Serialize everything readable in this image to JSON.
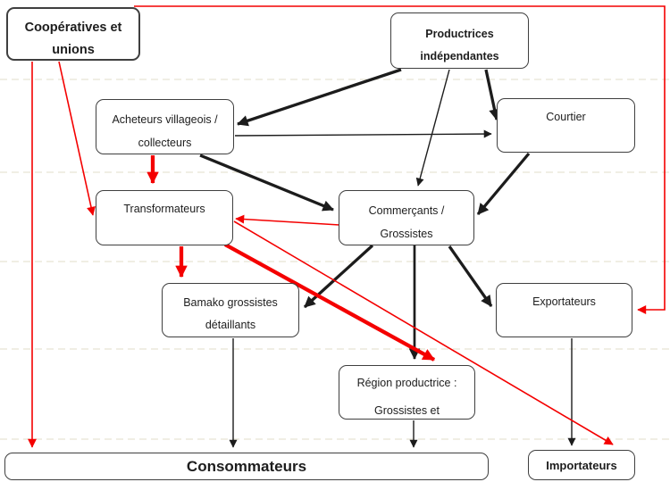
{
  "diagram": {
    "colors": {
      "arrow_black": "#1c1c1c",
      "arrow_red": "#f40000",
      "box_border": "#3f3f3f",
      "gridline": "#e8e4d3",
      "text": "#1d1d1d"
    },
    "nodes": [
      {
        "id": "cooperatives",
        "lines": [
          "Coopératives et",
          "unions"
        ],
        "bold": true
      },
      {
        "id": "productrices",
        "lines": [
          "Productrices",
          "indépendantes"
        ],
        "bold": true
      },
      {
        "id": "acheteurs",
        "lines": [
          "Acheteurs villageois /",
          "collecteurs"
        ],
        "bold": false
      },
      {
        "id": "courtier",
        "lines": [
          "Courtier"
        ],
        "bold": false
      },
      {
        "id": "transformateurs",
        "lines": [
          "Transformateurs"
        ],
        "bold": false
      },
      {
        "id": "commercants",
        "lines": [
          "Commerçants /",
          "Grossistes"
        ],
        "bold": false
      },
      {
        "id": "bamako",
        "lines": [
          "Bamako grossistes",
          "détaillants"
        ],
        "bold": false
      },
      {
        "id": "exportateurs",
        "lines": [
          "Exportateurs"
        ],
        "bold": false
      },
      {
        "id": "region",
        "lines": [
          "Région productrice :",
          "Grossistes et"
        ],
        "bold": false
      },
      {
        "id": "consommateurs",
        "lines": [
          "Consommateurs"
        ],
        "bold": true
      },
      {
        "id": "importateurs",
        "lines": [
          "Importateurs"
        ],
        "bold": true
      }
    ],
    "edges": [
      {
        "id": "e1",
        "from": "productrices",
        "to": "acheteurs",
        "color": "black",
        "weight": "thick"
      },
      {
        "id": "e2",
        "from": "productrices",
        "to": "commercants",
        "color": "black",
        "weight": "thin"
      },
      {
        "id": "e3",
        "from": "productrices",
        "to": "courtier",
        "color": "black",
        "weight": "thick"
      },
      {
        "id": "e4",
        "from": "acheteurs",
        "to": "courtier",
        "color": "black",
        "weight": "thin"
      },
      {
        "id": "e5",
        "from": "acheteurs",
        "to": "commercants",
        "color": "black",
        "weight": "thick"
      },
      {
        "id": "e6",
        "from": "courtier",
        "to": "commercants",
        "color": "black",
        "weight": "thick"
      },
      {
        "id": "e7",
        "from": "commercants",
        "to": "bamako",
        "color": "black",
        "weight": "thick"
      },
      {
        "id": "e8",
        "from": "commercants",
        "to": "region",
        "color": "black",
        "weight": "medium"
      },
      {
        "id": "e9",
        "from": "commercants",
        "to": "exportateurs",
        "color": "black",
        "weight": "thick"
      },
      {
        "id": "e10",
        "from": "bamako",
        "to": "consommateurs",
        "color": "black",
        "weight": "thin"
      },
      {
        "id": "e11",
        "from": "region",
        "to": "consommateurs",
        "color": "black",
        "weight": "thin"
      },
      {
        "id": "e12",
        "from": "exportateurs",
        "to": "importateurs",
        "color": "black",
        "weight": "thin"
      },
      {
        "id": "r1",
        "from": "cooperatives",
        "to": "consommateurs",
        "color": "red",
        "weight": "thin"
      },
      {
        "id": "r2",
        "from": "cooperatives",
        "to": "transformateurs",
        "color": "red",
        "weight": "thin"
      },
      {
        "id": "r3",
        "from": "cooperatives",
        "to": "exportateurs",
        "color": "red",
        "weight": "thin"
      },
      {
        "id": "r4",
        "from": "acheteurs",
        "to": "transformateurs",
        "color": "red",
        "weight": "thick"
      },
      {
        "id": "r5",
        "from": "commercants",
        "to": "transformateurs",
        "color": "red",
        "weight": "thin"
      },
      {
        "id": "r6",
        "from": "transformateurs",
        "to": "importateurs",
        "color": "red",
        "weight": "thin"
      },
      {
        "id": "r7",
        "from": "transformateurs",
        "to": "bamako",
        "color": "red",
        "weight": "thick"
      },
      {
        "id": "r8",
        "from": "transformateurs",
        "to": "region",
        "color": "red",
        "weight": "thick"
      }
    ]
  }
}
